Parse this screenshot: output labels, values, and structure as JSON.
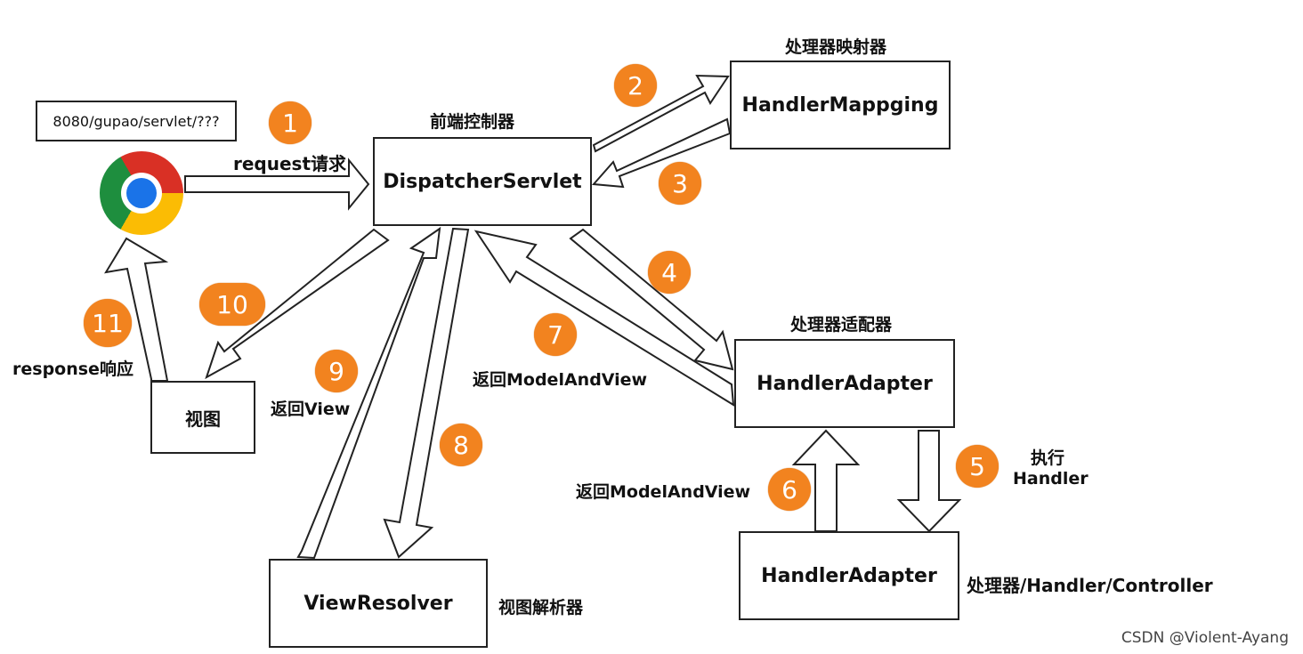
{
  "url_box": "8080/gupao/servlet/???",
  "browser": {
    "icon": "chrome-browser-icon"
  },
  "boxes": {
    "dispatcher": {
      "title": "DispatcherServlet",
      "caption": "前端控制器"
    },
    "mapping": {
      "title": "HandlerMappging",
      "caption": "处理器映射器"
    },
    "adapter": {
      "title": "HandlerAdapter",
      "caption": "处理器适配器"
    },
    "handler": {
      "title": "HandlerAdapter",
      "caption": "处理器/Handler/Controller"
    },
    "resolver": {
      "title": "ViewResolver",
      "caption": "视图解析器"
    },
    "view": {
      "title": "视图"
    }
  },
  "labels": {
    "request": "request请求",
    "response": "response响应",
    "return_view": "返回View",
    "return_mav_top": "返回ModelAndView",
    "return_mav_bottom": "返回ModelAndView",
    "execute": "执行",
    "handler": "Handler"
  },
  "steps": [
    "1",
    "2",
    "3",
    "4",
    "5",
    "6",
    "7",
    "8",
    "9",
    "10",
    "11"
  ],
  "colors": {
    "badge": "#f2831f",
    "stroke": "#222222"
  },
  "watermark": "CSDN @Violent-Ayang"
}
